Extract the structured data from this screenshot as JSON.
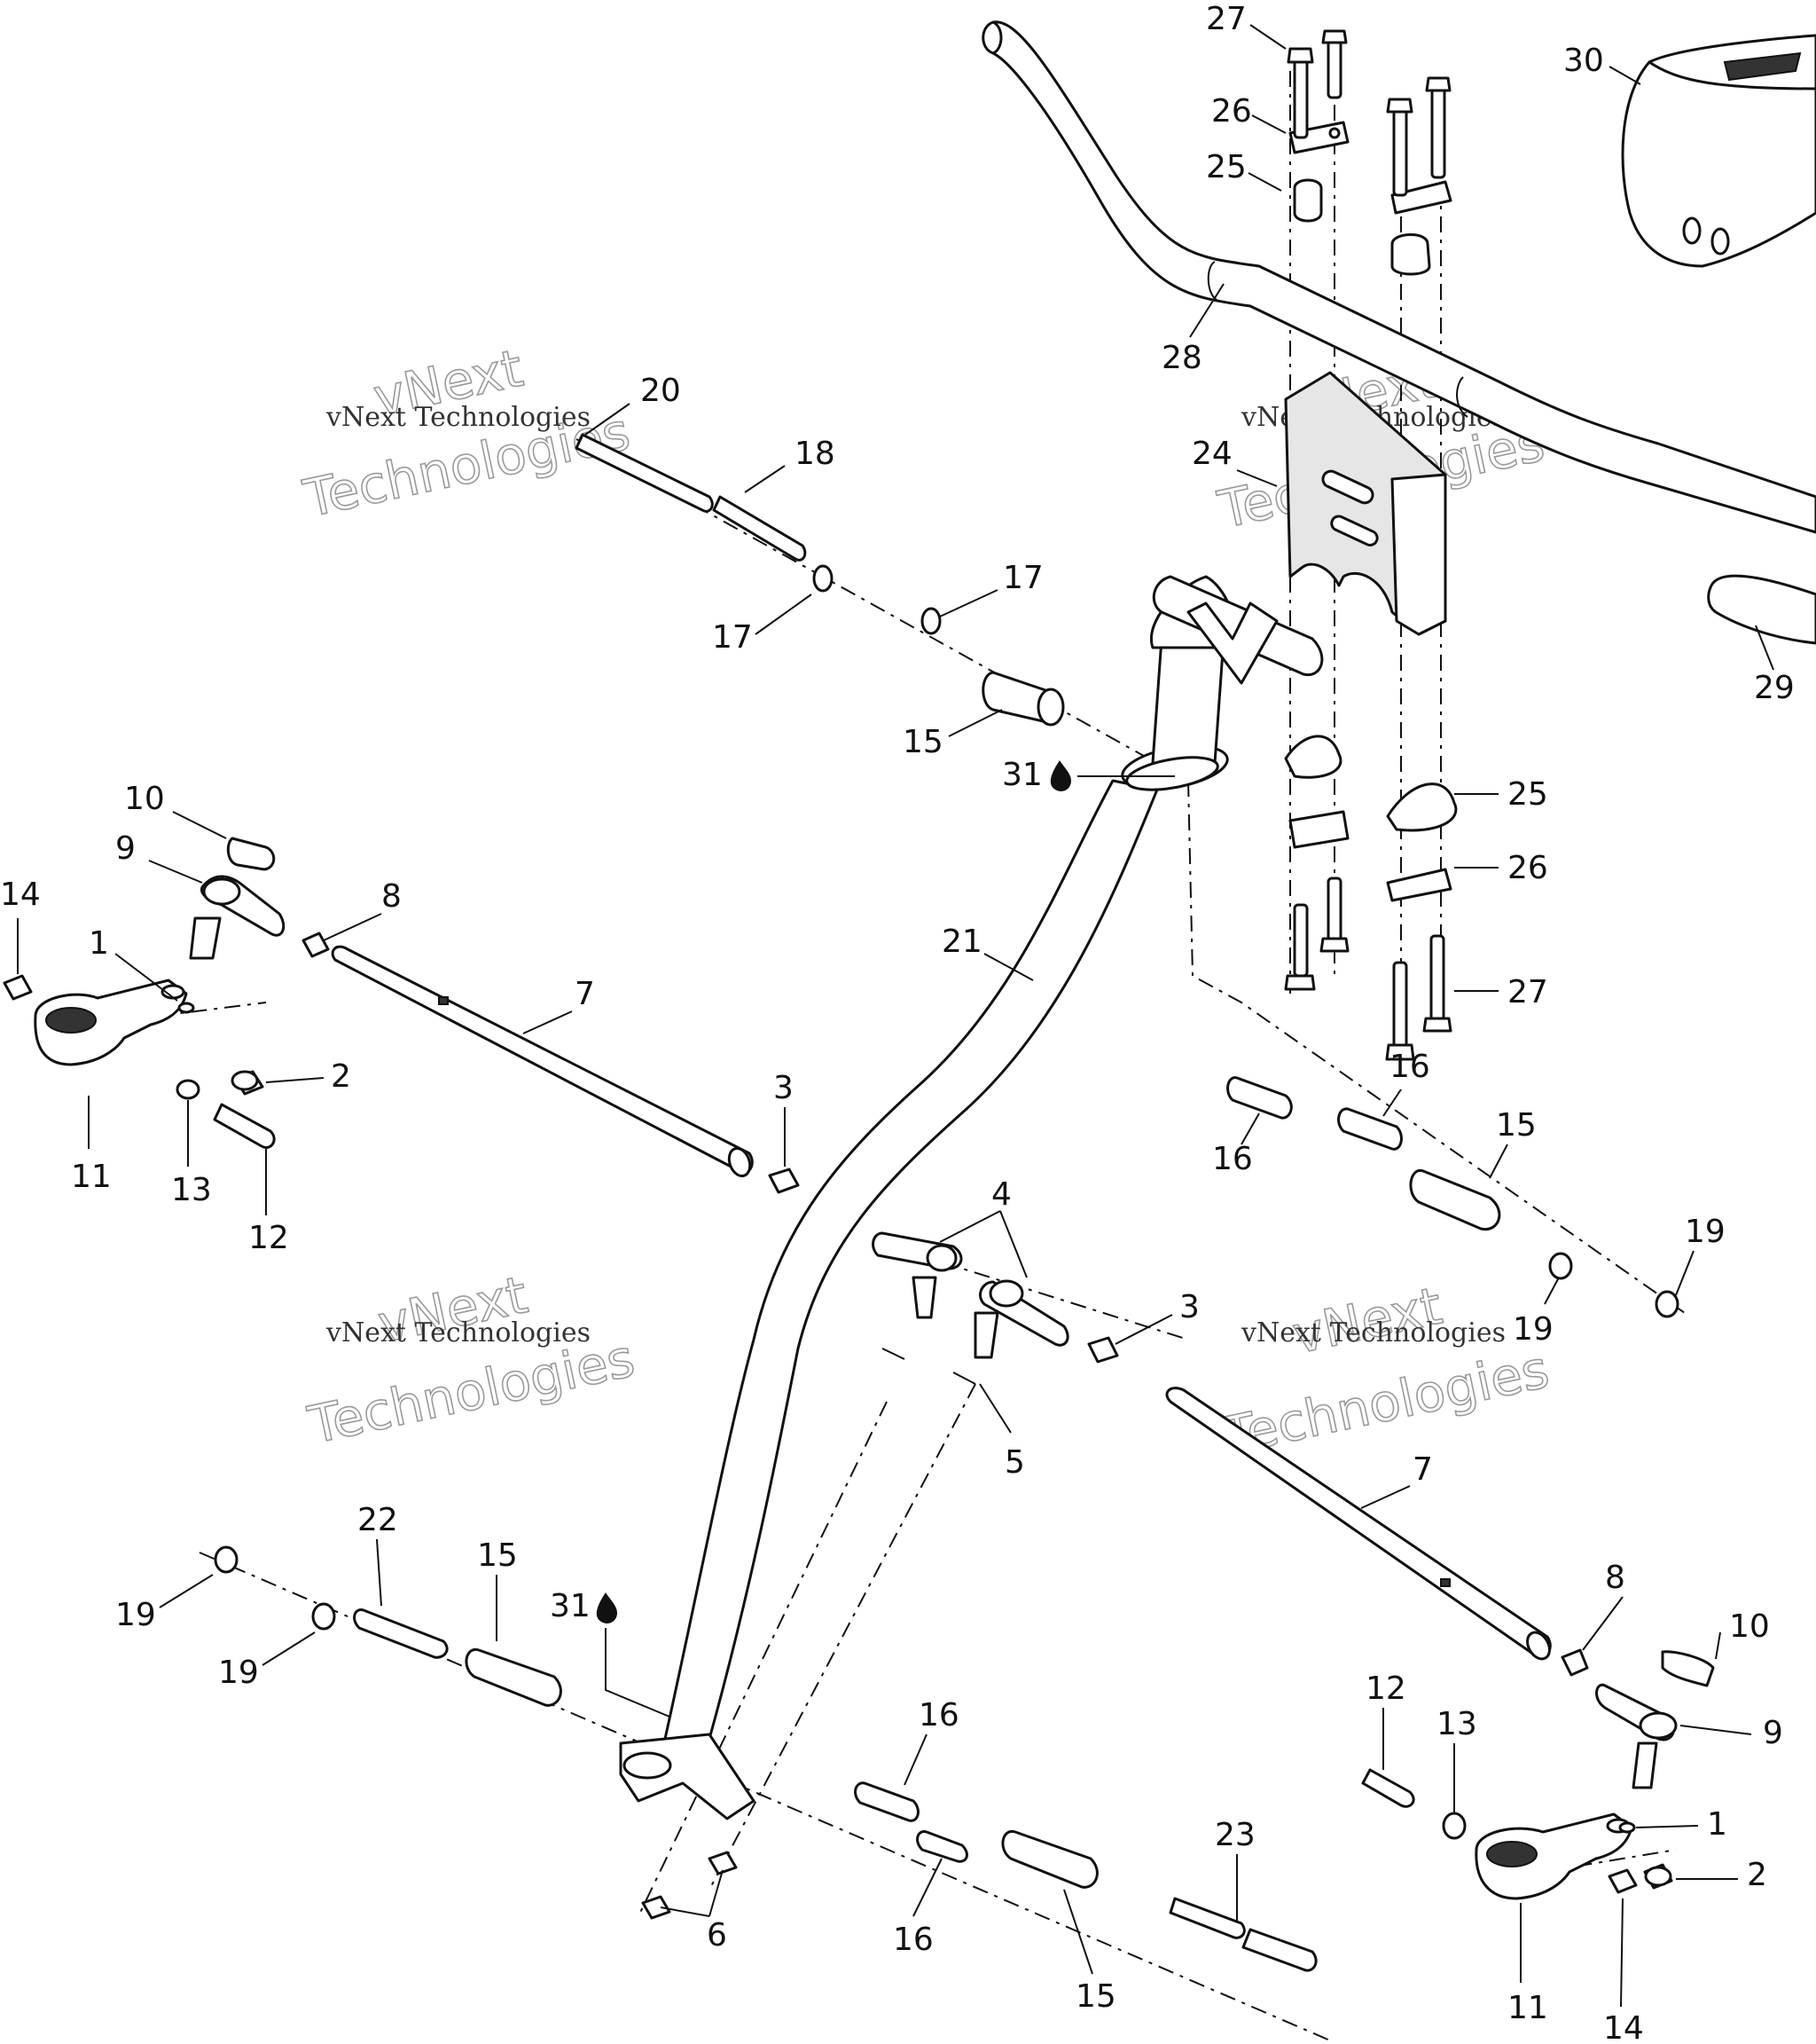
{
  "diagram": {
    "callouts": [
      "1",
      "2",
      "3",
      "4",
      "5",
      "6",
      "7",
      "8",
      "9",
      "10",
      "11",
      "12",
      "13",
      "14",
      "15",
      "16",
      "17",
      "18",
      "19",
      "20",
      "21",
      "22",
      "23",
      "24",
      "25",
      "26",
      "27",
      "28",
      "29",
      "30",
      "31"
    ],
    "watermark": {
      "company": "vNext Technologies",
      "line_a": "vNext",
      "line_b": "Technologies"
    },
    "lubricant_icon": "oil-drop-icon"
  }
}
